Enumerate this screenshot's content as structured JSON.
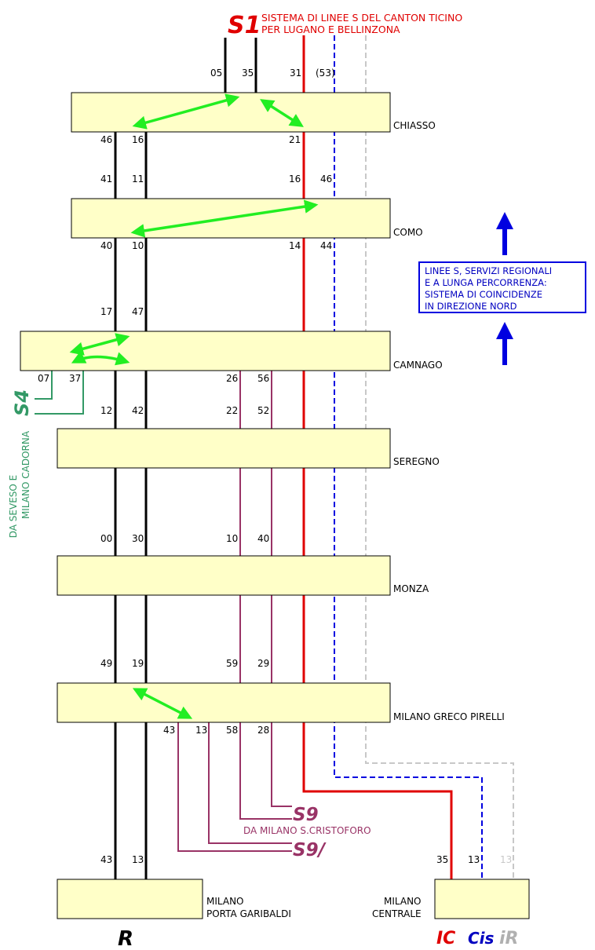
{
  "header": {
    "line_id": "S1",
    "title_line1": "SISTEMA DI LINEE S DEL CANTON TICINO",
    "title_line2": "PER LUGANO E BELLINZONA"
  },
  "legend": {
    "lines": [
      "LINEE S, SERVIZI REGIONALI",
      "E A LUNGA PERCORRENZA:",
      "SISTEMA DI COINCIDENZE",
      "IN DIREZIONE NORD"
    ]
  },
  "stations": {
    "chiasso": "CHIASSO",
    "como": "COMO",
    "camnago": "CAMNAGO",
    "seregno": "SEREGNO",
    "monza": "MONZA",
    "greco": "MILANO GRECO PIRELLI",
    "garibaldi_line1": "MILANO",
    "garibaldi_line2": "PORTA GARIBALDI",
    "centrale_line1": "MILANO",
    "centrale_line2": "CENTRALE"
  },
  "times": {
    "top": [
      "05",
      "35",
      "31",
      "(53)"
    ],
    "chiasso_below": [
      "46",
      "16",
      "21"
    ],
    "como_above": [
      "41",
      "11",
      "16",
      "46"
    ],
    "como_below": [
      "40",
      "10",
      "14",
      "44"
    ],
    "camnago_above": [
      "17",
      "47"
    ],
    "camnago_below_s4": [
      "07",
      "37"
    ],
    "camnago_below_s9": [
      "26",
      "56"
    ],
    "seregno_above": [
      "12",
      "42",
      "22",
      "52"
    ],
    "monza_above": [
      "00",
      "30",
      "10",
      "40"
    ],
    "greco_above": [
      "49",
      "19",
      "59",
      "29"
    ],
    "greco_below": [
      "43",
      "13",
      "58",
      "28"
    ],
    "garibaldi_above": [
      "43",
      "13"
    ],
    "centrale_above": [
      "35",
      "13",
      "13"
    ]
  },
  "branches": {
    "s4_label": "S4",
    "s4_origin_line1": "DA SEVESO E",
    "s4_origin_line2": "MILANO CADORNA",
    "s9_label": "S9",
    "s9_origin": "DA MILANO S.CRISTOFORO",
    "s9b_label": "S9/"
  },
  "bottom": {
    "regional": "R",
    "ic": "IC",
    "cis": "Cis",
    "ir": "iR"
  },
  "colors": {
    "black_line": "#000000",
    "red_line": "#e00000",
    "blue_dashed": "#0000e0",
    "grey_dashed": "#c8c8c8",
    "s9_purple": "#993366",
    "s4_green": "#339966",
    "arrow_green": "#22ee22",
    "station_fill": "#ffffc8",
    "nav_arrow_blue": "#0000e0"
  }
}
